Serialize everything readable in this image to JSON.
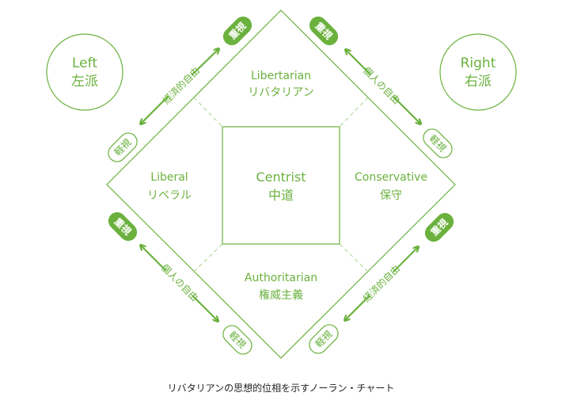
{
  "colors": {
    "accent": "#6ab13d",
    "dashed": "#a6d28a",
    "caption_text": "#222222",
    "background": "#ffffff"
  },
  "left_side": {
    "en": "Left",
    "ja": "左派"
  },
  "right_side": {
    "en": "Right",
    "ja": "右派"
  },
  "regions": {
    "top": {
      "en": "Libertarian",
      "ja": "リバタリアン"
    },
    "left": {
      "en": "Liberal",
      "ja": "リベラル"
    },
    "center": {
      "en": "Centrist",
      "ja": "中道"
    },
    "right": {
      "en": "Conservative",
      "ja": "保守"
    },
    "bottom": {
      "en": "Authoritarian",
      "ja": "権威主義"
    }
  },
  "axes": {
    "economic_freedom": "経済的自由",
    "personal_freedom": "個人の自由",
    "emphasize": "重視",
    "deemphasize": "軽視"
  },
  "caption": "リバタリアンの思想的位相を示すノーラン・チャート"
}
